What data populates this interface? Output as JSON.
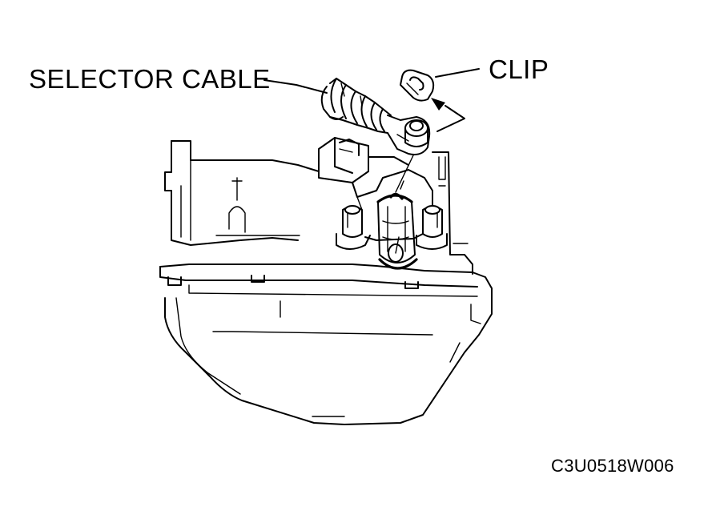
{
  "labels": {
    "selector_cable": "SELECTOR CABLE",
    "clip": "CLIP",
    "figure_code": "C3U0518W006"
  },
  "colors": {
    "ink": "#000000",
    "paper": "#ffffff"
  }
}
